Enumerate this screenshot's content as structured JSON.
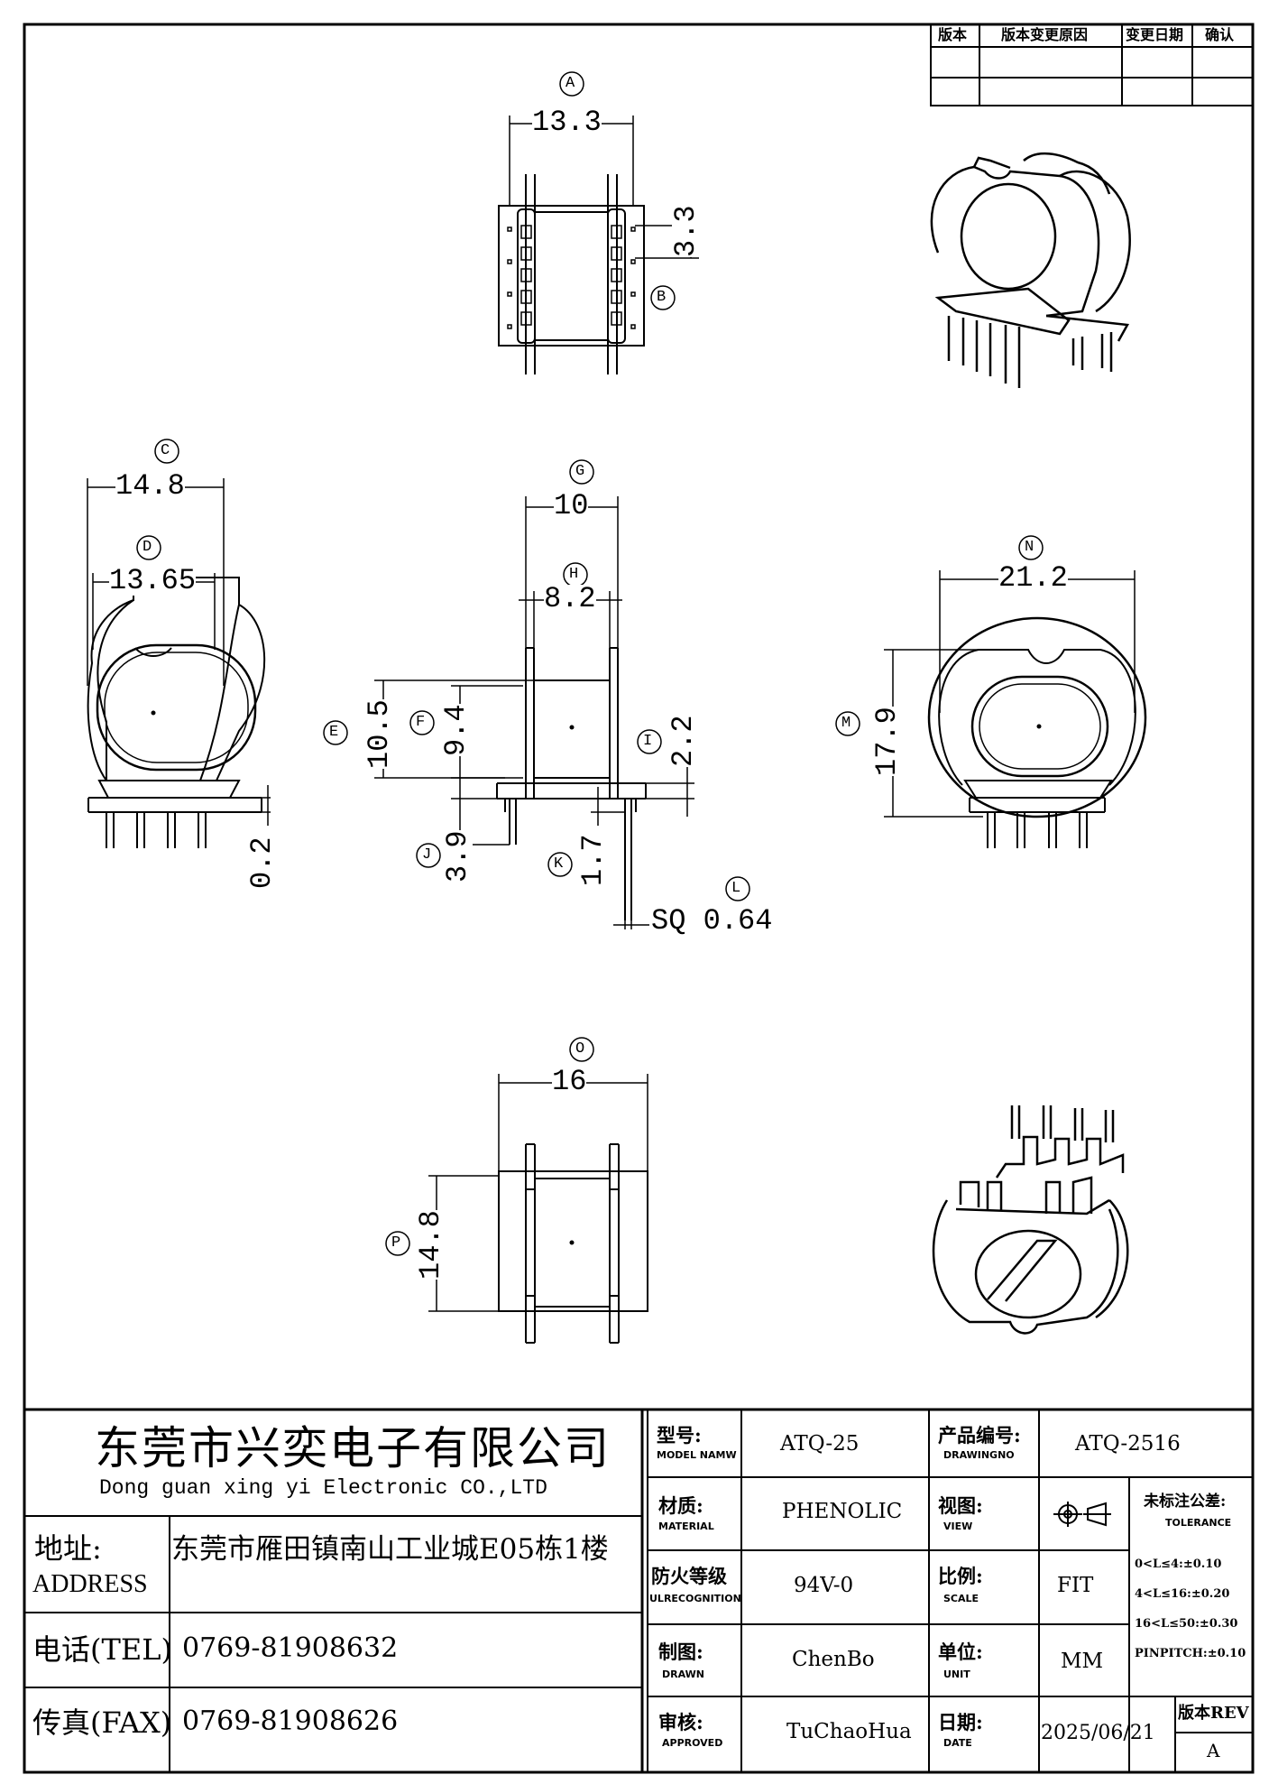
{
  "revision_table": {
    "headers": [
      "版本",
      "版本变更原因",
      "变更日期",
      "确认"
    ]
  },
  "dimensions": [
    {
      "circle": "A",
      "value": "13.3"
    },
    {
      "circle": "B",
      "value": "3.3"
    },
    {
      "circle": "C",
      "value": "14.8"
    },
    {
      "circle": "D",
      "value": "13.65"
    },
    {
      "circle": "E",
      "value": "10.5"
    },
    {
      "circle": "F",
      "value": "9.4"
    },
    {
      "circle": "G",
      "value": "10"
    },
    {
      "circle": "H",
      "value": "8.2"
    },
    {
      "circle": "I",
      "value": "2.2"
    },
    {
      "circle": "J",
      "value": "3.9"
    },
    {
      "circle": "K",
      "value": "1.7"
    },
    {
      "circle": "L",
      "value": "SQ 0.64"
    },
    {
      "circle": "M",
      "value": "17.9"
    },
    {
      "circle": "N",
      "value": "21.2"
    },
    {
      "circle": "O",
      "value": "16"
    },
    {
      "circle": "P",
      "value": "14.8"
    }
  ],
  "extra_dimension": "0.2",
  "title_block": {
    "company_cn": "东莞市兴奕电子有限公司",
    "company_en": "Dong guan xing yi Electronic CO.,LTD",
    "address_label_cn": "地址:",
    "address_label_en": "ADDRESS",
    "address_value": "东莞市雁田镇南山工业城E05栋1楼",
    "tel_label": "电话(TEL)",
    "tel_value": "0769-81908632",
    "fax_label": "传真(FAX)",
    "fax_value": "0769-81908626",
    "model_label_cn": "型号:",
    "model_label_en": "MODEL NAMW",
    "model_value": "ATQ-25",
    "drawing_label_cn": "产品编号:",
    "drawing_label_en": "DRAWINGNO",
    "drawing_value": "ATQ-2516",
    "material_label_cn": "材质:",
    "material_label_en": "MATERIAL",
    "material_value": "PHENOLIC",
    "view_label_cn": "视图:",
    "view_label_en": "VIEW",
    "tolerance_label_cn": "未标注公差:",
    "tolerance_label_en": "TOLERANCE",
    "tolerance_rows": [
      "0<L≤4:±0.10",
      "4<L≤16:±0.20",
      "16<L≤50:±0.30",
      "PINPITCH:±0.10"
    ],
    "fire_label_cn": "防火等级",
    "fire_label_en": "ULRECOGNITION",
    "fire_value": "94V-0",
    "scale_label_cn": "比例:",
    "scale_label_en": "SCALE",
    "scale_value": "FIT",
    "drawn_label_cn": "制图:",
    "drawn_label_en": "DRAWN",
    "drawn_value": "ChenBo",
    "unit_label_cn": "单位:",
    "unit_label_en": "UNIT",
    "unit_value": "MM",
    "approved_label_cn": "审核:",
    "approved_label_en": "APPROVED",
    "approved_value": "TuChaoHua",
    "date_label_cn": "日期:",
    "date_label_en": "DATE",
    "date_value": "2025/06/21",
    "rev_label": "版本REV",
    "rev_value": "A"
  }
}
